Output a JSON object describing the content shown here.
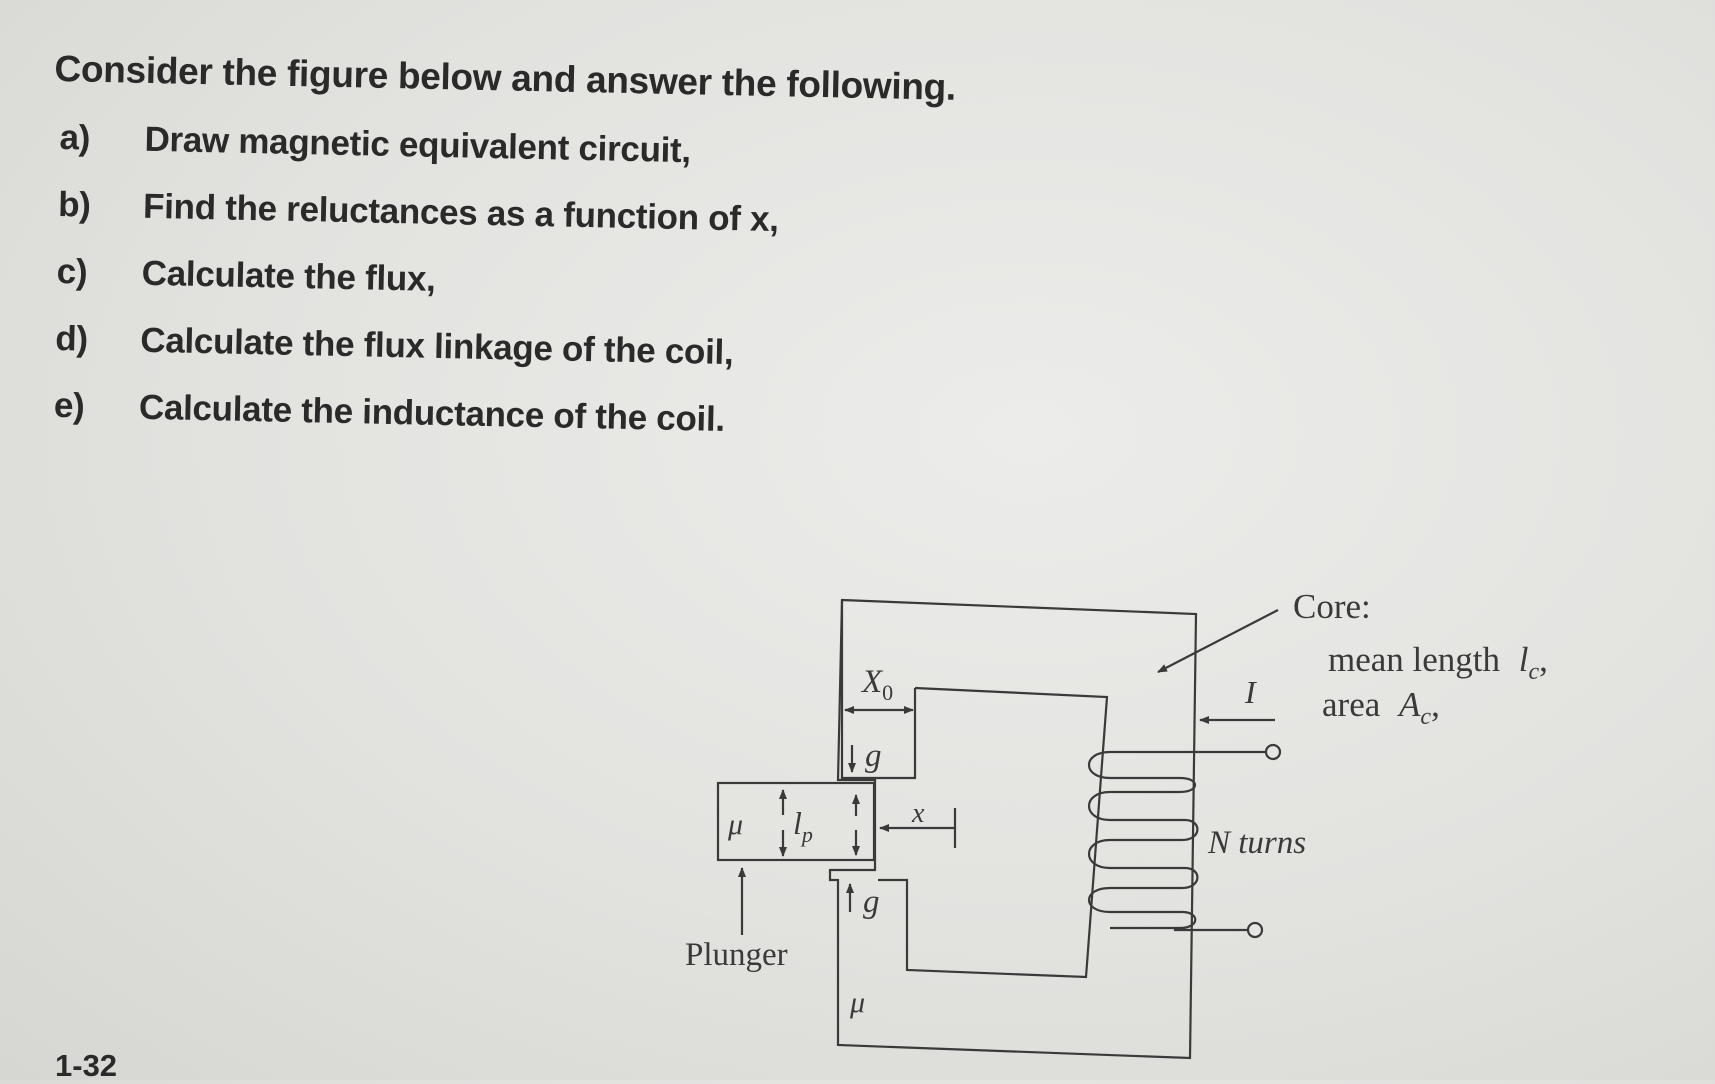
{
  "problem": {
    "heading": "Consider the figure below and answer the following.",
    "items": [
      {
        "letter": "a)",
        "text": "Draw magnetic equivalent circuit,"
      },
      {
        "letter": "b)",
        "text": "Find the reluctances as a function of x,"
      },
      {
        "letter": "c)",
        "text": "Calculate the flux,"
      },
      {
        "letter": "d)",
        "text": "Calculate the flux linkage of the coil,"
      },
      {
        "letter": "e)",
        "text": "Calculate the inductance of the coil."
      }
    ],
    "number": "1-32"
  },
  "figure": {
    "core_label": "Core:",
    "core_length": "mean length",
    "core_length_symbol": "l",
    "core_length_sub": "c",
    "core_area": "area",
    "core_area_symbol": "A",
    "core_area_sub": "c",
    "current_label": "I",
    "turns_label": "N turns",
    "x0_label": "X",
    "x0_sub": "0",
    "gap_label": "g",
    "x_label": "x",
    "mu_label": "μ",
    "lp_label": "l",
    "lp_sub": "p",
    "plunger_label": "Plunger"
  }
}
